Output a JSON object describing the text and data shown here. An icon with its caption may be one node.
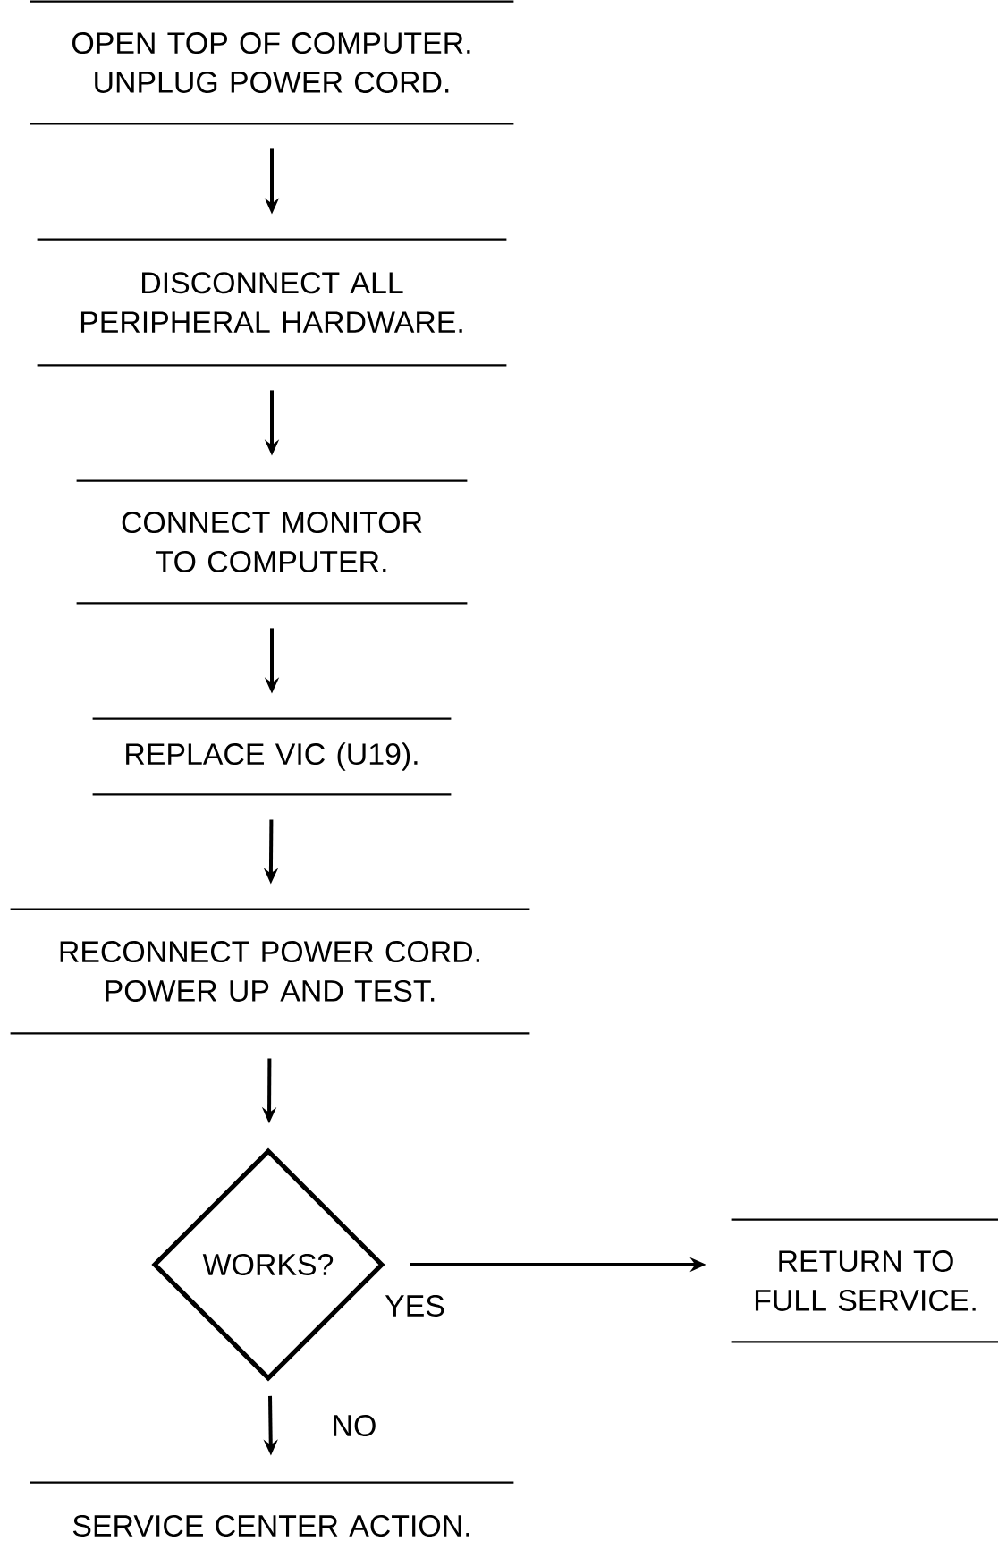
{
  "diagram": {
    "nodes": [
      {
        "text": [
          "OPEN TOP OF COMPUTER. UNPLUG POWER CORD."
        ]
      },
      {
        "text": [
          "DISCONNECT ALL PERIPHERAL HARDWARE."
        ]
      },
      {
        "text": [
          "CONNECT MONITOR TO COMPUTER."
        ]
      },
      {
        "text": [
          "REPLACE VIC (U19)."
        ]
      },
      {
        "text": [
          "RECONNECT POWER CORD. POWER UP AND TEST."
        ]
      },
      {
        "text": [
          "WORKS?"
        ]
      },
      {
        "text": [
          "RETURN TO FULL SERVICE."
        ]
      },
      {
        "text": [
          "SERVICE CENTER ACTION."
        ]
      }
    ],
    "edges": [
      {
        "from": 0,
        "to": 1,
        "arrow": "to"
      },
      {
        "from": 1,
        "to": 2,
        "arrow": "to"
      },
      {
        "from": 2,
        "to": 3,
        "arrow": "to"
      },
      {
        "from": 3,
        "to": 4,
        "arrow": "to"
      },
      {
        "from": 4,
        "to": 5,
        "arrow": "to"
      },
      {
        "from": 5,
        "to": 6,
        "arrow": "to",
        "label": "YES"
      },
      {
        "from": 5,
        "to": 7,
        "arrow": "to",
        "label": "NO"
      }
    ]
  }
}
